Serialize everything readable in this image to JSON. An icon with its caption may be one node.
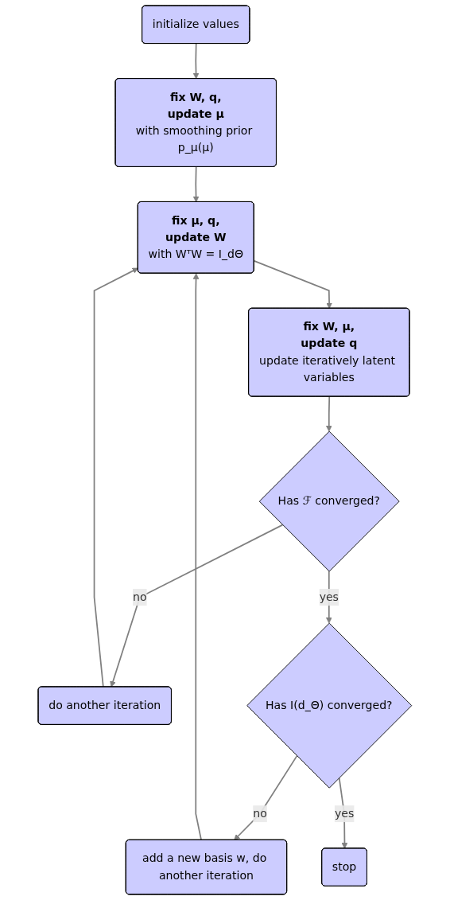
{
  "diagram": {
    "nodes": [
      {
        "text": [
          "initialize values"
        ]
      },
      {
        "text": [
          "fix W, q,",
          "update μ",
          "with smoothing prior p_μ(μ)"
        ]
      },
      {
        "text": [
          "fix μ, q,",
          "update W",
          "with WᵀW = I_dΘ"
        ]
      },
      {
        "text": [
          "do another iteration"
        ]
      },
      {
        "text": [
          "fix W, μ,",
          "update q",
          "update iteratively latent variables"
        ]
      },
      {
        "text": [
          "add a new basis w, do another iteration"
        ]
      },
      {
        "text": [
          "Has ℱ converged?"
        ]
      },
      {
        "text": [
          "Has I(d_Θ) converged?"
        ]
      },
      {
        "text": [
          "stop"
        ]
      }
    ],
    "edges": [
      {
        "from": 0,
        "to": 1,
        "arrow": "to"
      },
      {
        "from": 1,
        "to": 2,
        "arrow": "to"
      },
      {
        "from": 2,
        "to": 4,
        "arrow": "to"
      },
      {
        "from": 4,
        "to": 6,
        "arrow": "to"
      },
      {
        "from": 6,
        "to": 3,
        "label": "no",
        "arrow": "to"
      },
      {
        "from": 3,
        "to": 2,
        "arrow": "to"
      },
      {
        "from": 6,
        "to": 7,
        "label": "yes",
        "arrow": "to"
      },
      {
        "from": 7,
        "to": 5,
        "label": "no",
        "arrow": "to"
      },
      {
        "from": 5,
        "to": 2,
        "arrow": "to"
      },
      {
        "from": 7,
        "to": 8,
        "label": "yes",
        "arrow": "to"
      }
    ]
  }
}
